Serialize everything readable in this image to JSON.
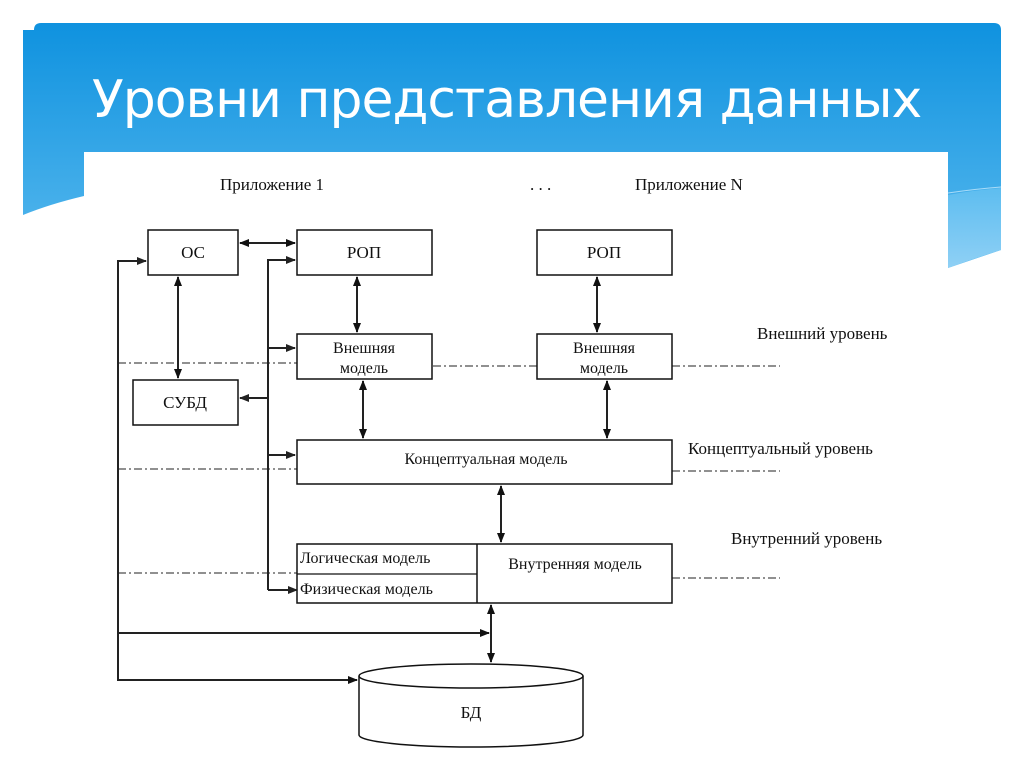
{
  "slide": {
    "title": "Уровни представления данных",
    "accent_color": "#1a9ae3",
    "accent_color_light": "#7fcaf3"
  },
  "diagram": {
    "app_labels": {
      "app1": "Приложение 1",
      "ellipsis": ". . .",
      "appN": "Приложение N"
    },
    "nodes": {
      "os": "ОС",
      "rop1": "РОП",
      "ropN": "РОП",
      "ext_model1_line1": "Внешняя",
      "ext_model1_line2": "модель",
      "extN_line1": "Внешняя",
      "extN_line2": "модель",
      "dbms": "СУБД",
      "conceptual_model": "Концептуальная модель",
      "logical_model": "Логическая модель",
      "physical_model": "Физическая модель",
      "internal_model": "Внутренняя модель",
      "database": "БД"
    },
    "levels": {
      "external": "Внешний уровень",
      "conceptual": "Концептуальный уровень",
      "internal": "Внутренний уровень"
    }
  }
}
